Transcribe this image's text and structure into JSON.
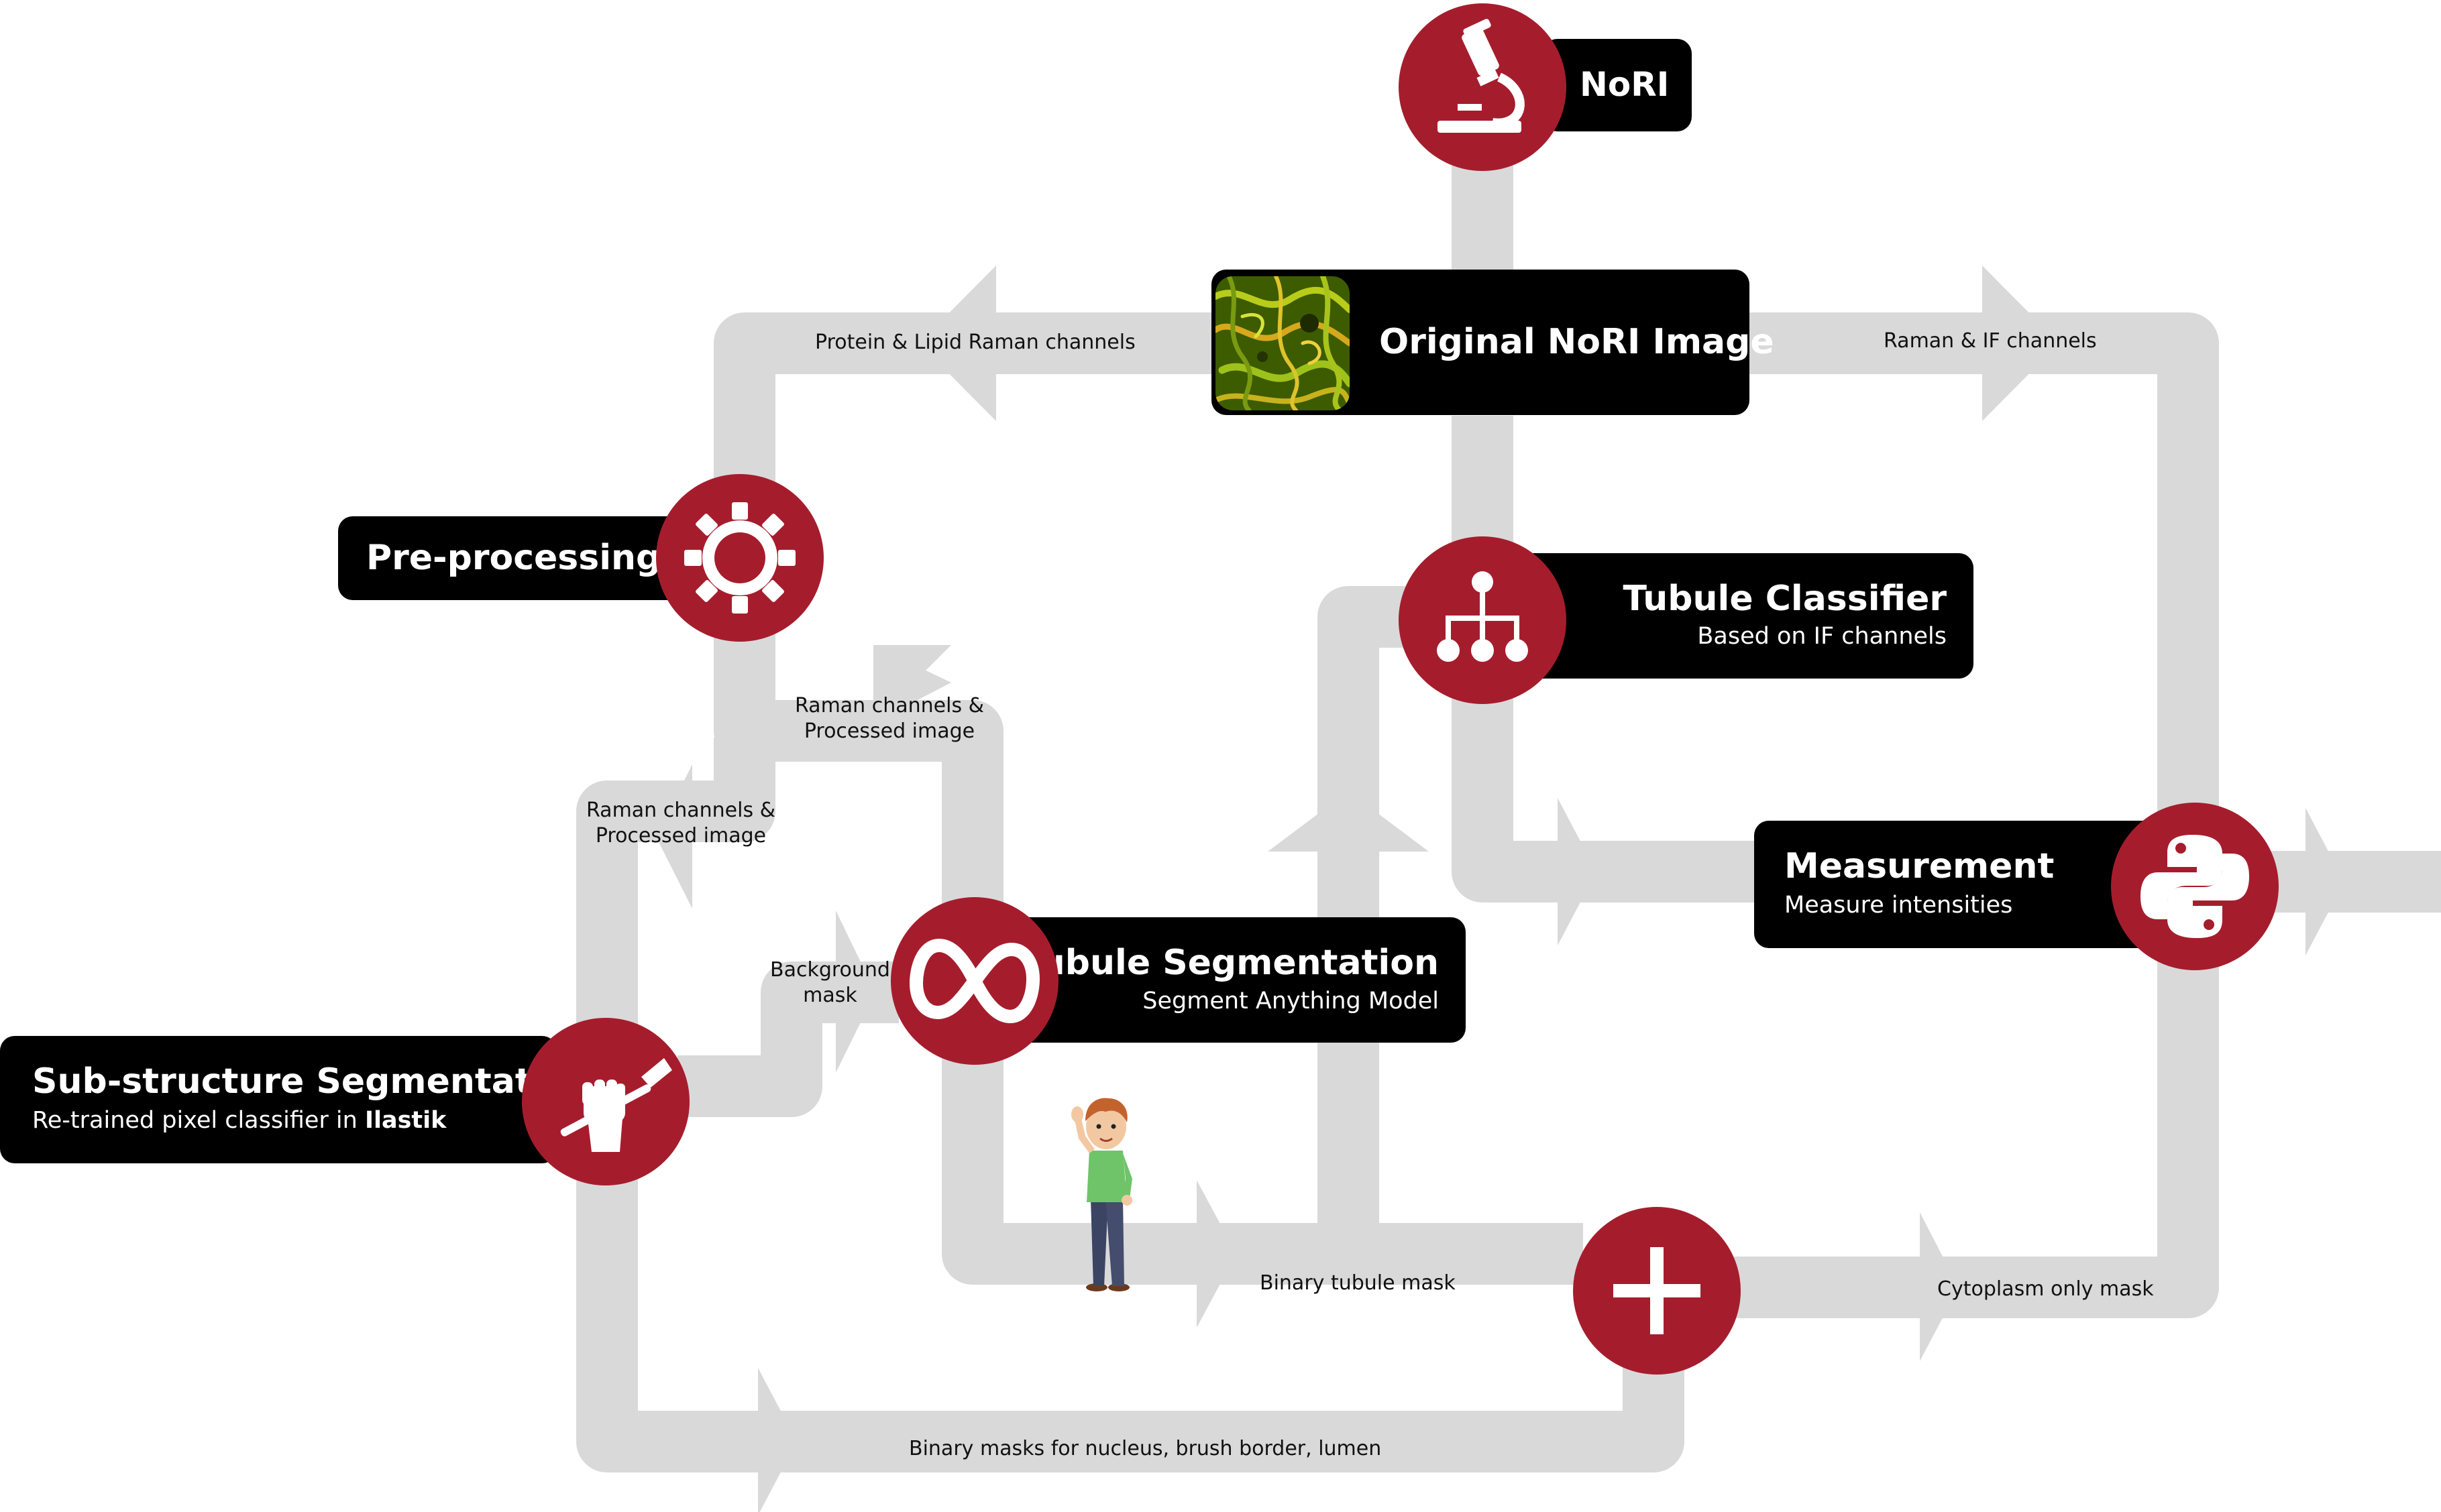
{
  "colors": {
    "flow": "#d9d9d9",
    "circle": "#a51d2d",
    "box": "#000000",
    "box_text": "#ffffff",
    "label_text": "#111111"
  },
  "nodes": {
    "nori": {
      "title": "NoRI",
      "icon": "microscope-icon"
    },
    "original": {
      "title": "Original NoRI Image",
      "icon": "nori-image-thumbnail"
    },
    "preprocessing": {
      "title": "Pre-processing",
      "icon": "gear-icon"
    },
    "classifier": {
      "title": "Tubule Classifier",
      "subtitle": "Based on IF channels",
      "icon": "hierarchy-icon"
    },
    "measurement": {
      "title": "Measurement",
      "subtitle": "Measure intensities",
      "icon": "python-icon"
    },
    "tubule_seg": {
      "title": "Tubule Segmentation",
      "subtitle": "Segment Anything Model",
      "icon": "meta-infinity-icon"
    },
    "substructure": {
      "title": "Sub-structure Segmentation",
      "subtitle_prefix": "Re-trained pixel classifier in ",
      "subtitle_bold": "Ilastik",
      "icon": "fist-brush-icon"
    },
    "combine": {
      "icon": "plus-icon"
    },
    "annotator": {
      "icon": "person-waving-illustration"
    }
  },
  "edges": {
    "protein_lipid": "Protein & Lipid Raman channels",
    "raman_if": "Raman & IF channels",
    "raman_processed_1": {
      "line1": "Raman channels &",
      "line2": "Processed image"
    },
    "raman_processed_2": {
      "line1": "Raman channels &",
      "line2": "Processed image"
    },
    "background_mask": {
      "line1": "Background",
      "line2": "mask"
    },
    "binary_tubule": "Binary tubule mask",
    "cytoplasm": "Cytoplasm only mask",
    "binary_masks": "Binary masks for nucleus, brush border, lumen"
  }
}
